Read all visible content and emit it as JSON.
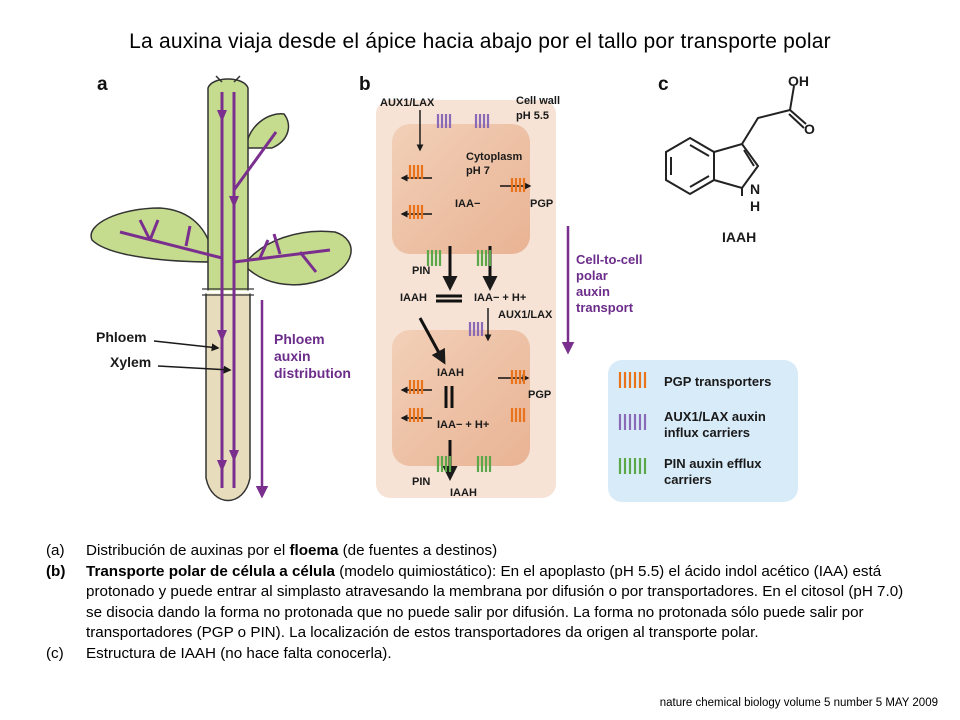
{
  "title": "La auxina viaja desde el ápice hacia abajo por el tallo por transporte polar",
  "panels": {
    "a": {
      "letter": "a",
      "phloem_label": "Phloem",
      "xylem_label": "Xylem",
      "distribution_line1": "Phloem",
      "distribution_line2": "auxin",
      "distribution_line3": "distribution"
    },
    "b": {
      "letter": "b",
      "aux1_top": "AUX1/LAX",
      "cell_wall": "Cell wall",
      "ph_wall": "pH 5.5",
      "cytoplasm": "Cytoplasm",
      "ph_cyto": "pH 7",
      "iaa_minus": "IAA−",
      "pgp_top": "PGP",
      "pin_top": "PIN",
      "iaah_mid": "IAAH",
      "eq_right": "IAA− + H+",
      "aux1_mid": "AUX1/LAX",
      "iaah_bottom_cell": "IAAH",
      "pgp_bottom": "PGP",
      "eq_bottom": "IAA− + H+",
      "pin_bottom": "PIN",
      "iaah_bottom": "IAAH",
      "transport_line1": "Cell-to-cell",
      "transport_line2": "polar",
      "transport_line3": "auxin",
      "transport_line4": "transport"
    },
    "c": {
      "letter": "c",
      "oh": "OH",
      "o": "O",
      "n": "N",
      "h": "H",
      "name": "IAAH"
    },
    "legend": {
      "pgp": "PGP transporters",
      "aux1_line1": "AUX1/LAX auxin",
      "aux1_line2": "influx carriers",
      "pin_line1": "PIN auxin efflux",
      "pin_line2": "carriers"
    }
  },
  "colors": {
    "purple": "#7a2f8f",
    "stem_green": "#c5dc8e",
    "root_tan": "#e7dcbc",
    "cell_fill": "#efc5a8",
    "wall_fill": "#f6e3d6",
    "pgp_orange": "#e8731b",
    "aux1_purple": "#8a6ab7",
    "pin_green": "#5aa84a",
    "legend_bg": "#d8ebf8"
  },
  "caption": {
    "a_tag": "(a)",
    "a_text_1": "Distribución de auxinas por el ",
    "a_bold": "floema",
    "a_text_2": " (de fuentes a destinos)",
    "b_tag": "(b)",
    "b_bold": "Transporte polar de célula a célula",
    "b_text": " (modelo quimiostático): En el apoplasto (pH 5.5) el ácido indol acético (IAA) está protonado y puede entrar al simplasto atravesando la membrana por difusión o por transportadores. En el citosol (pH 7.0) se disocia dando la forma no protonada que no puede salir por difusión. La forma no protonada sólo puede salir por transportadores (PGP o PIN). La localización de estos transportadores da origen al transporte polar.",
    "c_tag": "(c)",
    "c_text": "Estructura de IAAH (no hace falta conocerla)."
  },
  "source": "nature chemical biology volume 5 number 5 MAY 2009"
}
